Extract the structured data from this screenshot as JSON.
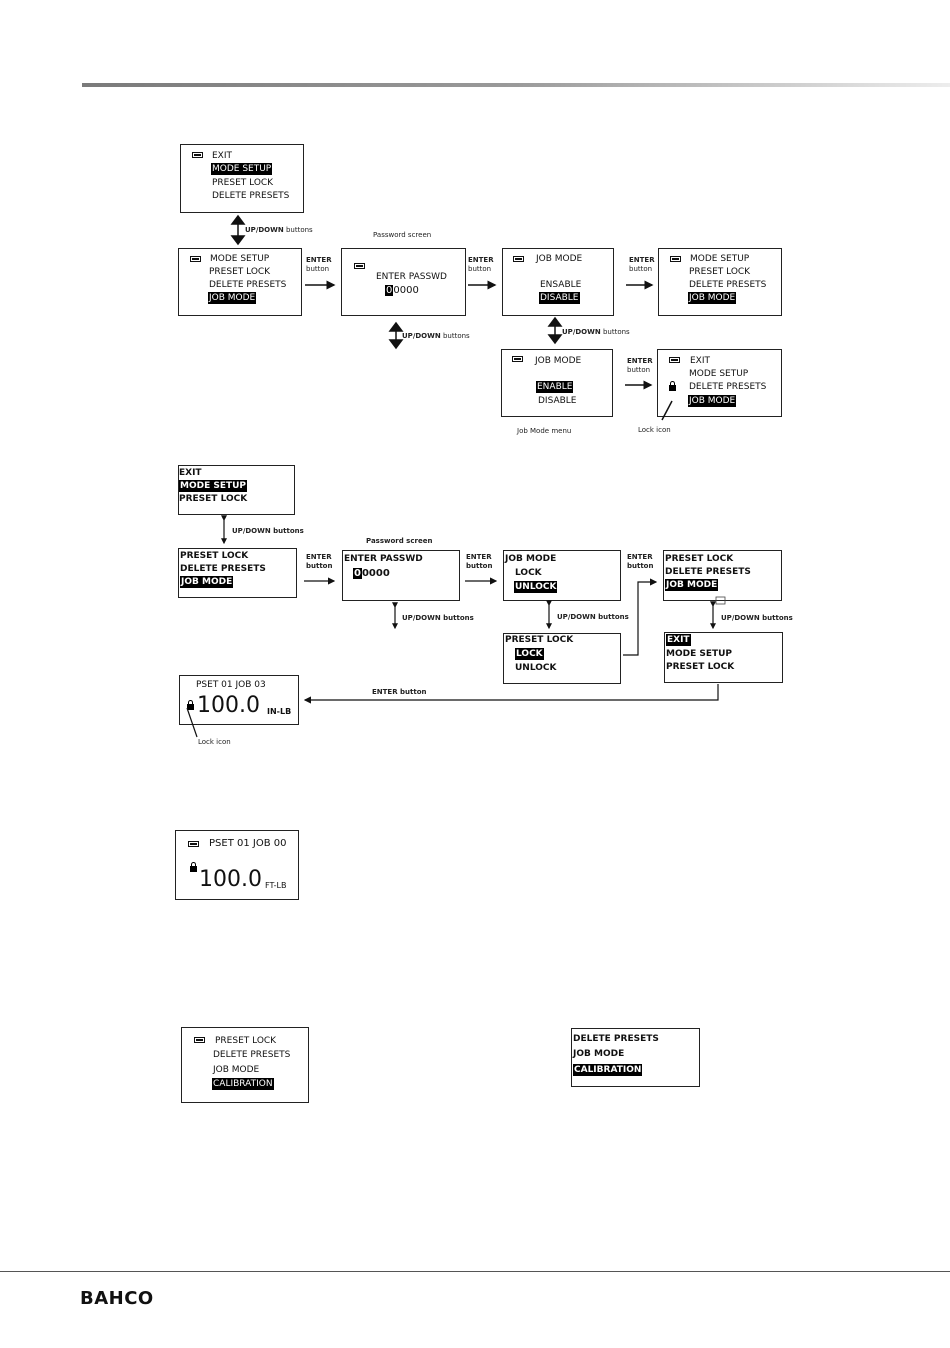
{
  "d1": {
    "s1": {
      "l1": "EXIT",
      "l2": "MODE SETUP",
      "l3": "PRESET LOCK",
      "l4": "DELETE PRESETS"
    },
    "updown1": "buttons",
    "updown1b": "UP/DOWN",
    "s2": {
      "l1": "MODE SETUP",
      "l2": "PRESET LOCK",
      "l3": "DELETE PRESETS",
      "l4": "JOB MODE"
    },
    "pw_caption": "Password screen",
    "s3": {
      "l1": "ENTER PASSWD",
      "cur": "0",
      "rest": "0000"
    },
    "s4": {
      "l1": "JOB MODE",
      "l2": "ENSABLE",
      "l3": "DISABLE"
    },
    "s5": {
      "l1": "MODE SETUP",
      "l2": "PRESET LOCK",
      "l3": "DELETE PRESETS",
      "l4": "JOB MODE"
    },
    "s6": {
      "l1": "JOB MODE",
      "l2": "ENABLE",
      "l3": "DISABLE"
    },
    "s7": {
      "l1": "EXIT",
      "l2": "MODE SETUP",
      "l3": "DELETE PRESETS",
      "l4": "JOB MODE"
    },
    "enter": "ENTER",
    "button": "button",
    "updown_b": "UP/DOWN",
    "buttons": "buttons",
    "jobmode_caption": "Job Mode menu",
    "lock_caption": "Lock icon"
  },
  "d2": {
    "s1": {
      "l1": "EXIT",
      "l2": "MODE SETUP",
      "l3": "PRESET LOCK"
    },
    "updown": "UP/DOWN buttons",
    "s2": {
      "l1": "PRESET LOCK",
      "l2": "DELETE PRESETS",
      "l3": "JOB MODE"
    },
    "pw_caption": "Password screen",
    "s3": {
      "l1": "ENTER PASSWD",
      "cur": "0",
      "rest": "0000"
    },
    "s4": {
      "l1": "JOB MODE",
      "l2": "LOCK",
      "l3": "UNLOCK"
    },
    "s5": {
      "l1": "PRESET LOCK",
      "l2": "DELETE PRESETS",
      "l3": "JOB MODE"
    },
    "s6": {
      "l1": "PRESET LOCK",
      "l2": "LOCK",
      "l3": "UNLOCK"
    },
    "s7": {
      "l1": "EXIT",
      "l2": "MODE SETUP",
      "l3": "PRESET LOCK"
    },
    "s8": {
      "l1": "PSET 01 JOB 03",
      "value": "100.0",
      "unit": "IN-LB"
    },
    "enter": "ENTER",
    "button": "button",
    "enter_button": "ENTER button",
    "lock_caption": "Lock icon"
  },
  "d3": {
    "l1": "PSET 01 JOB 00",
    "value": "100.0",
    "unit": "FT-LB"
  },
  "d4": {
    "l1": "PRESET LOCK",
    "l2": "DELETE PRESETS",
    "l3": "JOB MODE",
    "l4": "CALIBRATION"
  },
  "d5": {
    "l1": "DELETE PRESETS",
    "l2": "JOB MODE",
    "l3": "CALIBRATION"
  },
  "footer": {
    "brand": "BAHCO"
  }
}
